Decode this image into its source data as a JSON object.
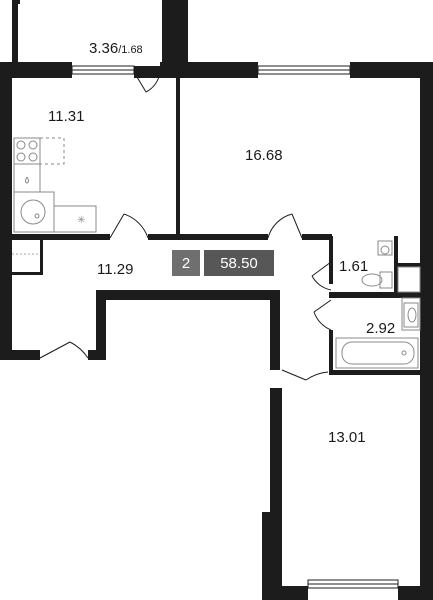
{
  "plan": {
    "rooms": [
      {
        "id": "balcony",
        "area": "3.36",
        "area_reduced": "1.68"
      },
      {
        "id": "kitchen",
        "area": "11.31"
      },
      {
        "id": "living",
        "area": "16.68"
      },
      {
        "id": "hall",
        "area": "11.29"
      },
      {
        "id": "wc",
        "area": "1.61"
      },
      {
        "id": "bathroom",
        "area": "2.92"
      },
      {
        "id": "bedroom",
        "area": "13.01"
      }
    ],
    "summary": {
      "rooms_count": "2",
      "total_area": "58.50"
    }
  },
  "colors": {
    "wall": "#1c1c1c",
    "fixture": "#8a8a8a",
    "badge_rooms": "#6f6f6f",
    "badge_area": "#575757"
  }
}
